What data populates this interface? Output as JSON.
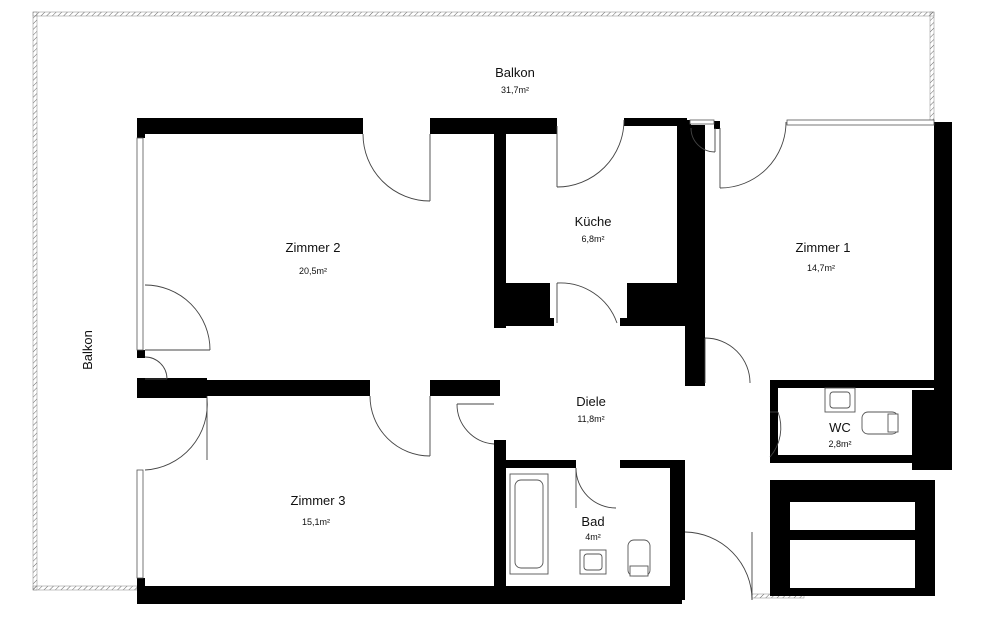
{
  "rooms": {
    "balkon_top": {
      "name": "Balkon",
      "area": "31,7m²"
    },
    "balkon_side": {
      "name": "Balkon"
    },
    "zimmer2": {
      "name": "Zimmer 2",
      "area": "20,5m²"
    },
    "kueche": {
      "name": "Küche",
      "area": "6,8m²"
    },
    "zimmer1": {
      "name": "Zimmer 1",
      "area": "14,7m²"
    },
    "diele": {
      "name": "Diele",
      "area": "11,8m²"
    },
    "wc": {
      "name": "WC",
      "area": "2,8m²"
    },
    "zimmer3": {
      "name": "Zimmer 3",
      "area": "15,1m²"
    },
    "bad": {
      "name": "Bad",
      "area": "4m²"
    }
  }
}
